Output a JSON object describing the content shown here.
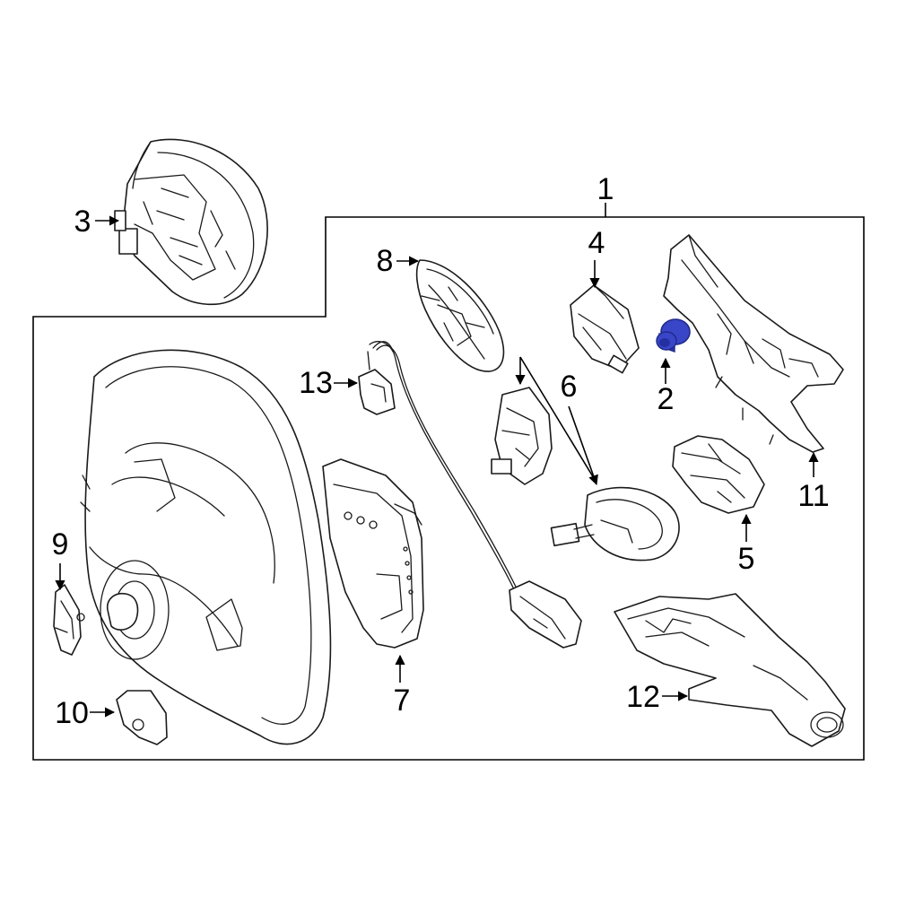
{
  "colors": {
    "line": "#1a1a1a",
    "highlight": "#3a46c8",
    "highlight_dark": "#1f2a8a",
    "background": "#ffffff"
  },
  "callouts": [
    {
      "id": "1",
      "label": "1"
    },
    {
      "id": "2",
      "label": "2"
    },
    {
      "id": "3",
      "label": "3"
    },
    {
      "id": "4",
      "label": "4"
    },
    {
      "id": "5",
      "label": "5"
    },
    {
      "id": "6",
      "label": "6"
    },
    {
      "id": "7",
      "label": "7"
    },
    {
      "id": "8",
      "label": "8"
    },
    {
      "id": "9",
      "label": "9"
    },
    {
      "id": "10",
      "label": "10"
    },
    {
      "id": "11",
      "label": "11"
    },
    {
      "id": "12",
      "label": "12"
    },
    {
      "id": "13",
      "label": "13"
    }
  ],
  "highlighted_part": "2"
}
